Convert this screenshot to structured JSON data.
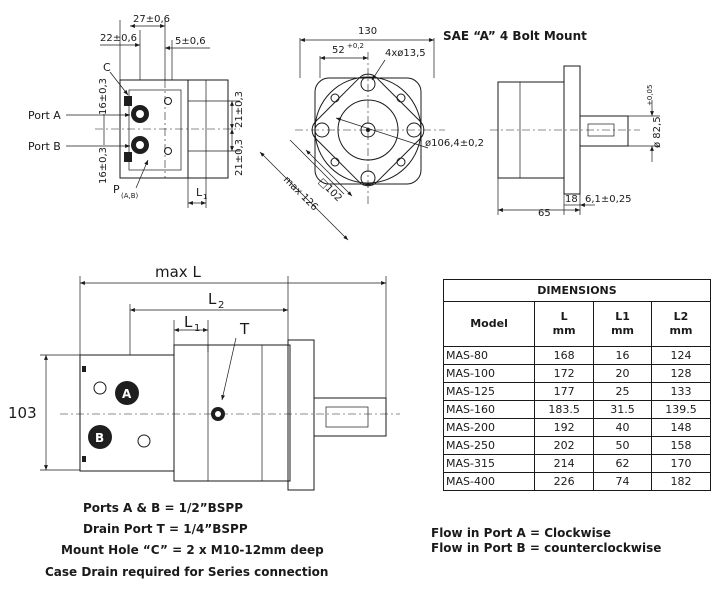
{
  "labels": {
    "top_27": "27±0,6",
    "top_22": "22±0,6",
    "top_5": "5±0,6",
    "c": "C",
    "port_a": "Port A",
    "port_b": "Port B",
    "d16_top": "16±0,3",
    "d16_bot": "16±0,3",
    "d21_top": "21±0,3",
    "d21_bot": "21±0,3",
    "p_main": "P",
    "p_sub": "(A,B)",
    "l1_top": "L",
    "l1_top_sub": "1",
    "front_130": "130",
    "front_52": "52",
    "front_52_tol": "+0,2",
    "front_4x": "4xø13,5",
    "front_dia": "ø106,4±0,2",
    "front_sq": "□102",
    "front_max": "max 126",
    "sae": "SAE “A” 4 Bolt Mount",
    "side_82": "ø 82,5",
    "side_82_tol": "+0,05",
    "side_65": "65",
    "side_18": "18",
    "side_61": "6,1±0,25",
    "max_l": "max L",
    "l2": "L",
    "l2_sub": "2",
    "l1": "L",
    "l1_sub": "1",
    "t": "T",
    "d103": "103",
    "port_a_circle": "A",
    "port_b_circle": "B"
  },
  "notes": {
    "ports": "Ports A & B = 1/2”BSPP",
    "drain": "Drain Port T = 1/4”BSPP",
    "mount": "Mount Hole “C” = 2 x M10-12mm deep",
    "case": "Case Drain required for Series connection",
    "flow_a": "Flow in Port A = Clockwise",
    "flow_b": "Flow in Port B = counterclockwise"
  },
  "table": {
    "caption": "DIMENSIONS",
    "headers": [
      "Model",
      "L\nmm",
      "L1\nmm",
      "L2\nmm"
    ],
    "rows": [
      [
        "MAS-80",
        "168",
        "16",
        "124"
      ],
      [
        "MAS-100",
        "172",
        "20",
        "128"
      ],
      [
        "MAS-125",
        "177",
        "25",
        "133"
      ],
      [
        "MAS-160",
        "183.5",
        "31.5",
        "139.5"
      ],
      [
        "MAS-200",
        "192",
        "40",
        "148"
      ],
      [
        "MAS-250",
        "202",
        "50",
        "158"
      ],
      [
        "MAS-315",
        "214",
        "62",
        "170"
      ],
      [
        "MAS-400",
        "226",
        "74",
        "182"
      ]
    ]
  },
  "colors": {
    "body_fill": "#c8c8c8",
    "housing_fill": "#e6e6e6",
    "dark_fill": "#1e1e1e",
    "ink": "#1a1a1a"
  }
}
